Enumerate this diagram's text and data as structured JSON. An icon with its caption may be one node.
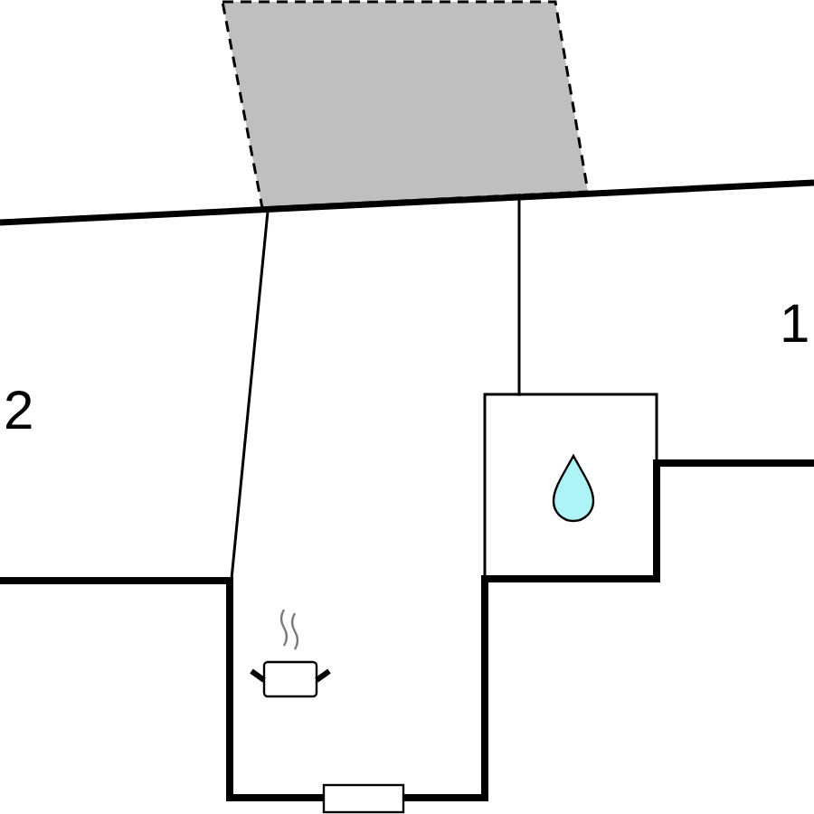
{
  "diagram": {
    "nodes": [
      {
        "text": [],
        "shape": "parallelogram"
      },
      {
        "text": [],
        "shape": "box"
      },
      {
        "text": [],
        "shape": "bar"
      }
    ],
    "edges": [
      {
        "from": 0,
        "to": 1,
        "arrow": "none"
      },
      {
        "from": 2,
        "to": 1,
        "arrow": "none"
      },
      {
        "from": 2,
        "to": null,
        "arrow": "none"
      },
      {
        "from": 1,
        "to": null,
        "arrow": "none"
      }
    ],
    "labels": [
      "1",
      "2"
    ]
  }
}
